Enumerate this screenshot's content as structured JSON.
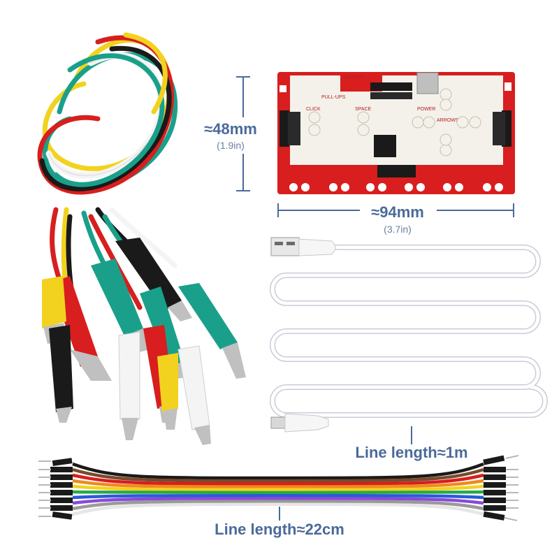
{
  "image": {
    "description_items": [
      "alligator-clip-cables",
      "makey-makey-board",
      "usb-cable",
      "dupont-jumper-wires"
    ]
  },
  "board": {
    "height_label": "≈48mm",
    "height_sub": "(1.9in)",
    "width_label": "≈94mm",
    "width_sub": "(3.7in)",
    "silk": {
      "output": "OUTPUT",
      "click": "CLICK",
      "space": "SPACE",
      "power": "POWER",
      "arrows": "ARROWS",
      "pullups": "PULL-UPS"
    },
    "colors": {
      "pcb": "#d81e1e",
      "silk": "#f4f1ea",
      "chip": "#1a1a1a"
    }
  },
  "usb_cable": {
    "label": "Line length≈1m"
  },
  "jumpers": {
    "label": "Line length≈22cm",
    "wire_colors": [
      "#1a1a1a",
      "#7a4a2a",
      "#d81e1e",
      "#f08a1e",
      "#f2d21e",
      "#2aa84a",
      "#2a5ad8",
      "#8a4ad8",
      "#9a9a9a",
      "#f4f4f4"
    ]
  },
  "clips": {
    "colors": [
      "#d81e1e",
      "#f2d21e",
      "#1a1a1a",
      "#1aa08a",
      "#f4f4f4"
    ]
  },
  "accent": "#4a6a9a"
}
